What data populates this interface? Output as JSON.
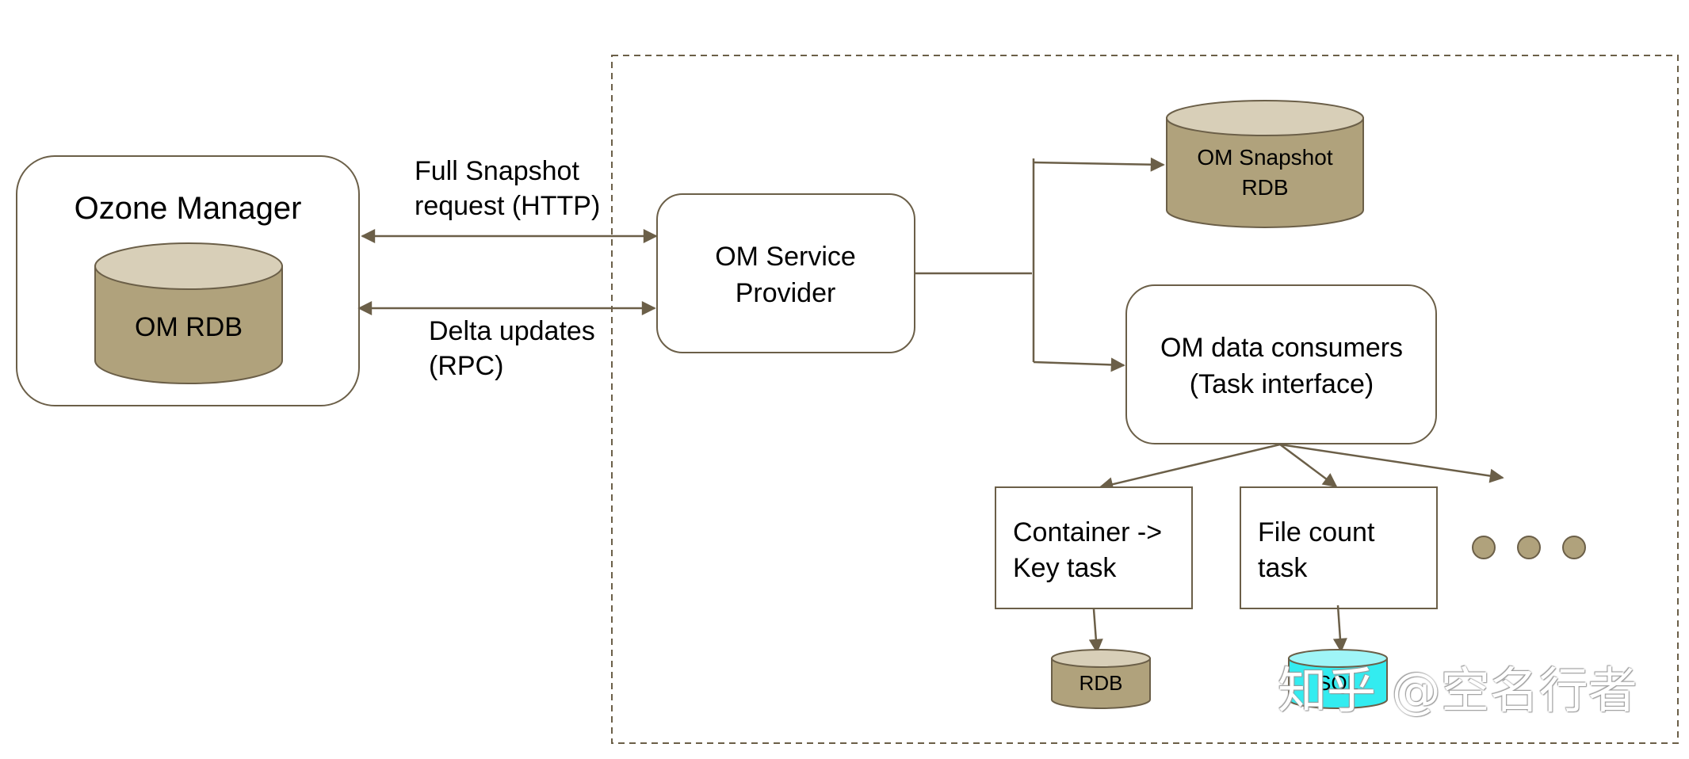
{
  "colors": {
    "stroke": "#6b5f48",
    "cylinder_fill": "#b0a27c",
    "cylinder_top": "#d8cfb8",
    "db_highlight": "#33ecf0",
    "dash": "#6b5f48"
  },
  "ozone_manager": {
    "title": "Ozone Manager",
    "db_label": "OM RDB"
  },
  "channels": {
    "snapshot_line1": "Full Snapshot",
    "snapshot_line2": "request (HTTP)",
    "delta_line1": "Delta updates",
    "delta_line2": "(RPC)"
  },
  "service_provider": {
    "line1": "OM Service",
    "line2": "Provider"
  },
  "snapshot_db": {
    "line1": "OM Snapshot",
    "line2": "RDB"
  },
  "consumers": {
    "line1": "OM data consumers",
    "line2": "(Task interface)"
  },
  "tasks": {
    "container_line1": "Container ->",
    "container_line2": "Key task",
    "filecount_line1": "File count",
    "filecount_line2": "task",
    "container_db": "RDB",
    "filecount_db": "SQL"
  },
  "watermark": "知乎 @空名行者"
}
